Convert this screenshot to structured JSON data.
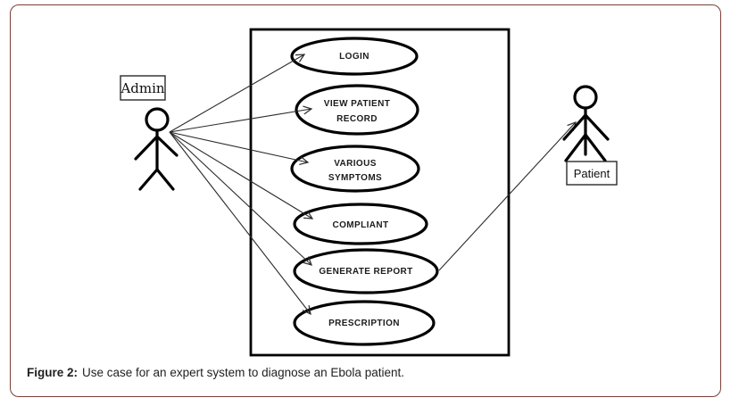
{
  "caption": {
    "label": "Figure 2:",
    "text": "Use case for an expert system to diagnose an Ebola patient."
  },
  "actors": {
    "admin": {
      "label": "Admin"
    },
    "patient": {
      "label": "Patient"
    }
  },
  "use_cases": [
    {
      "id": "login",
      "lines": [
        "LOGIN"
      ]
    },
    {
      "id": "view-patient-record",
      "lines": [
        "VIEW PATIENT",
        "RECORD"
      ]
    },
    {
      "id": "various-symptoms",
      "lines": [
        "VARIOUS",
        "SYMPTOMS"
      ]
    },
    {
      "id": "compliant",
      "lines": [
        "COMPLIANT"
      ]
    },
    {
      "id": "generate-report",
      "lines": [
        "GENERATE REPORT"
      ]
    },
    {
      "id": "prescription",
      "lines": [
        "PRESCRIPTION"
      ]
    }
  ],
  "associations": [
    {
      "from": "Admin",
      "to": "LOGIN"
    },
    {
      "from": "Admin",
      "to": "VIEW PATIENT RECORD"
    },
    {
      "from": "Admin",
      "to": "VARIOUS SYMPTOMS"
    },
    {
      "from": "Admin",
      "to": "COMPLIANT"
    },
    {
      "from": "Admin",
      "to": "GENERATE REPORT"
    },
    {
      "from": "Admin",
      "to": "PRESCRIPTION"
    },
    {
      "from": "GENERATE REPORT",
      "to": "Patient"
    }
  ],
  "colors": {
    "frame_border": "#7a4038",
    "diagram_stroke": "#000000",
    "background": "#ffffff"
  }
}
